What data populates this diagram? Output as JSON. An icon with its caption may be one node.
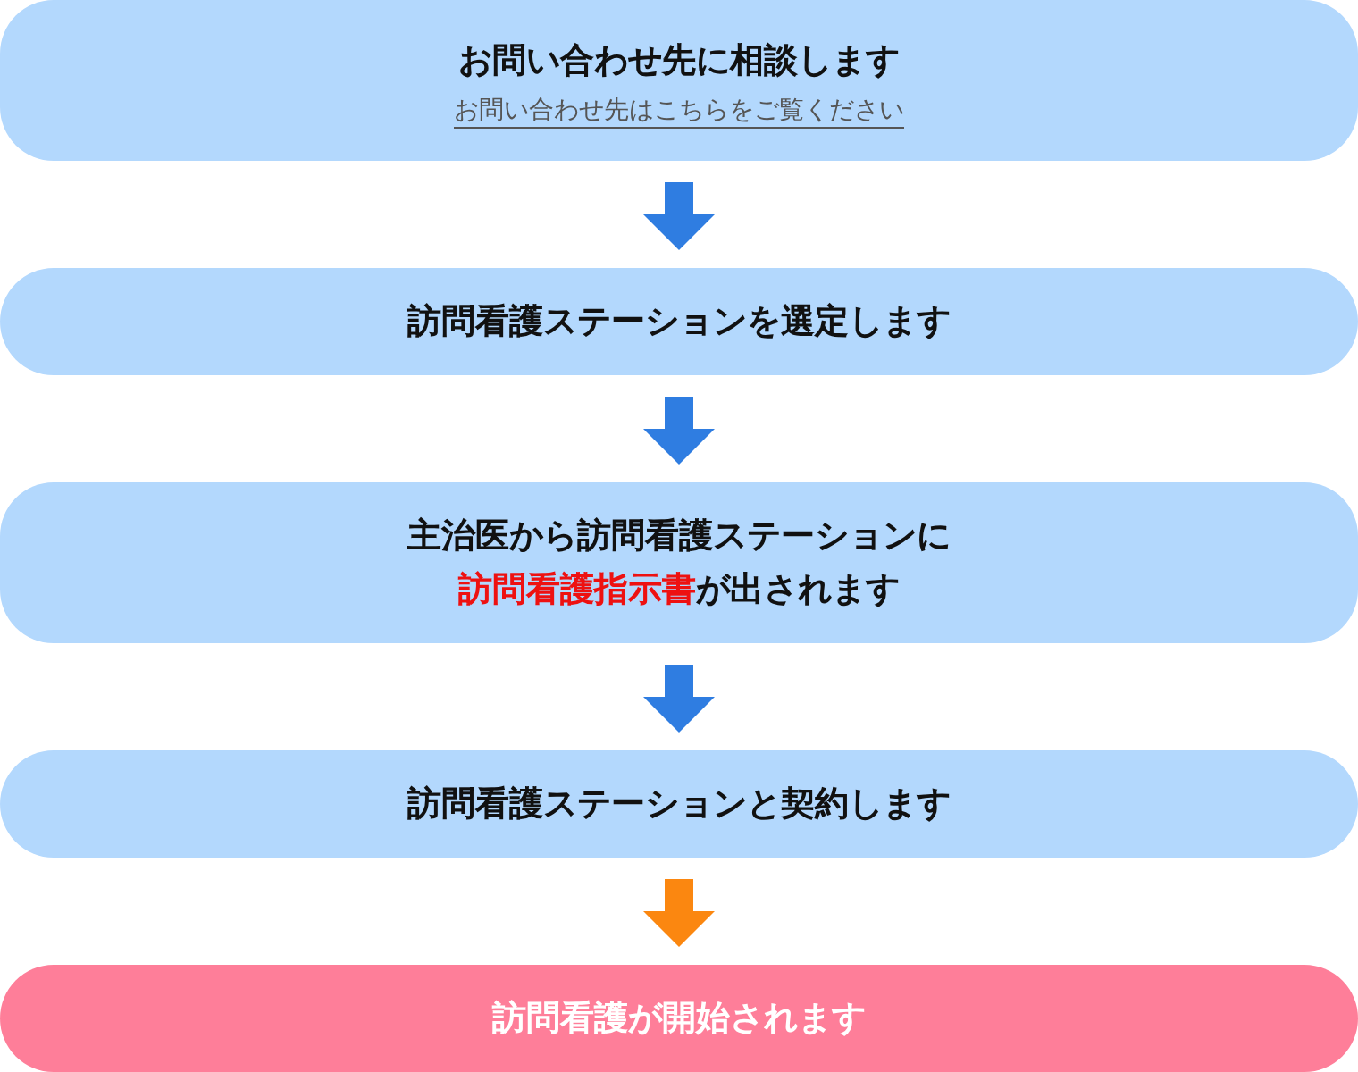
{
  "diagram": {
    "nodes": [
      {
        "text": [
          "お問い合わせ先に相談します",
          "お問い合わせ先はこちらをご覧ください"
        ]
      },
      {
        "text": [
          "訪問看護ステーションを選定します"
        ]
      },
      {
        "text": [
          "主治医から訪問看護ステーションに**訪問看護指示書**が出されます"
        ]
      },
      {
        "text": [
          "訪問看護ステーションと契約します"
        ]
      },
      {
        "text": [
          "訪問看護が開始されます"
        ]
      }
    ],
    "edges": [
      {
        "from": 0,
        "to": 1,
        "arrow": "to"
      },
      {
        "from": 1,
        "to": 2,
        "arrow": "to"
      },
      {
        "from": 2,
        "to": 3,
        "arrow": "to"
      },
      {
        "from": 3,
        "to": 4,
        "arrow": "to",
        "color": "#fb8710"
      }
    ]
  }
}
